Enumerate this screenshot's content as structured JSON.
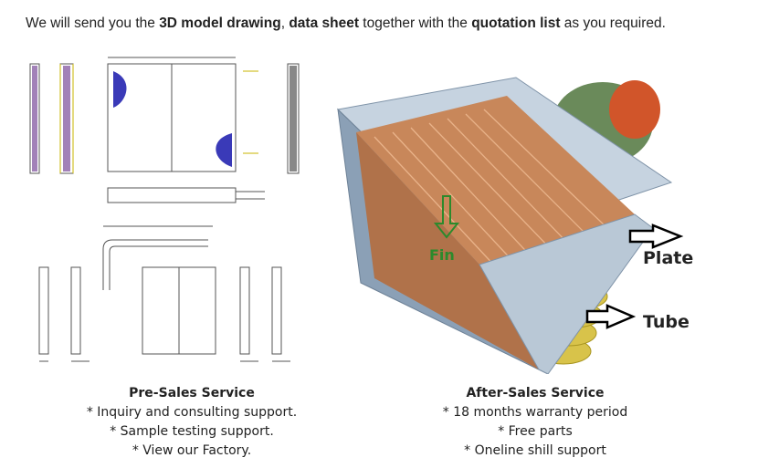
{
  "intro": {
    "prefix": "We will send you the ",
    "bold1": "3D model drawing",
    "sep": ", ",
    "bold2": "data sheet",
    "mid": " together with the ",
    "bold3": "quotation list",
    "suffix": " as you required."
  },
  "diagram_labels": {
    "fin": "Fin",
    "plate": "Plate",
    "tube": "Tube"
  },
  "pre_sales": {
    "title": "Pre-Sales Service",
    "items": [
      "* Inquiry and consulting support.",
      "* Sample testing support.",
      "* View our Factory."
    ]
  },
  "after_sales": {
    "title": "After-Sales Service",
    "items": [
      "* 18 months warranty period",
      "* Free parts",
      "* Oneline shill support"
    ]
  },
  "colors": {
    "copper": "#c8875a",
    "frame": "#9eb3c9",
    "coil": "#d8c34a",
    "fan": "#d1552a",
    "arrow_green": "#2c8a2c"
  }
}
